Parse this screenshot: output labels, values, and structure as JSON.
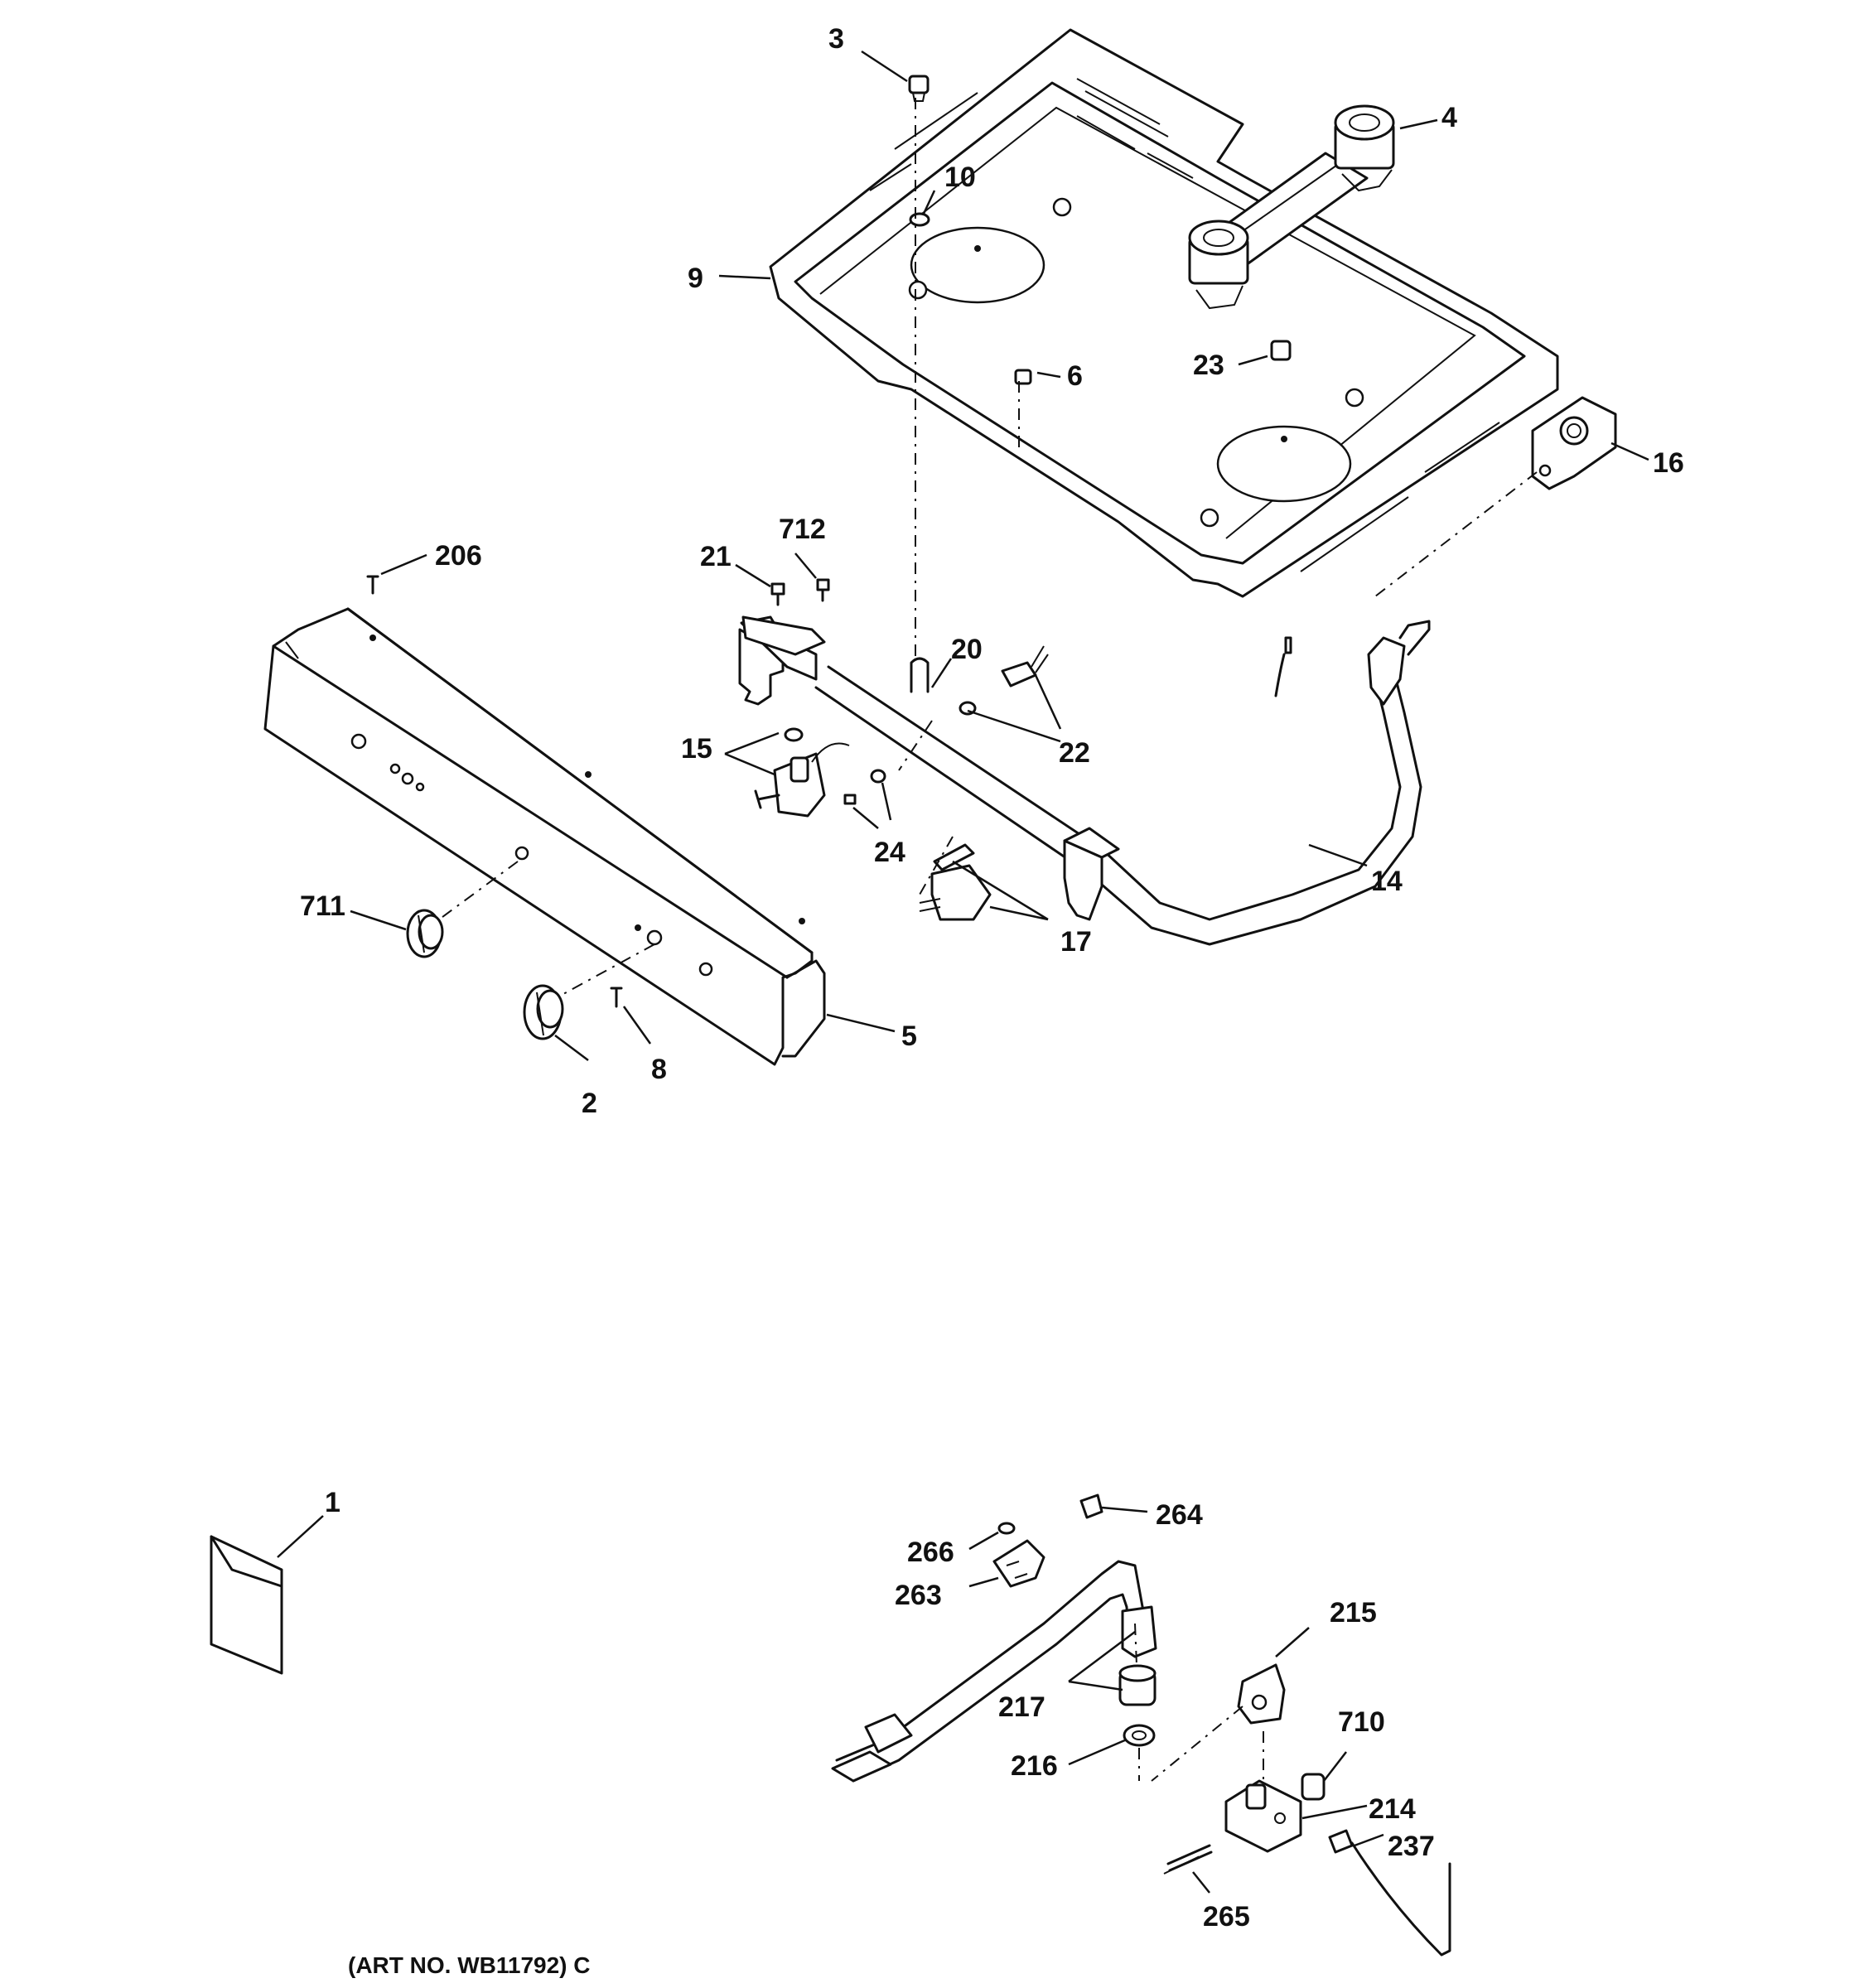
{
  "art_number": "(ART NO. WB11792) C",
  "callouts": {
    "c1": "1",
    "c2": "2",
    "c3": "3",
    "c4": "4",
    "c5": "5",
    "c6": "6",
    "c8": "8",
    "c9": "9",
    "c10": "10",
    "c14": "14",
    "c15": "15",
    "c16": "16",
    "c17": "17",
    "c20": "20",
    "c21": "21",
    "c22": "22",
    "c23": "23",
    "c24": "24",
    "c206": "206",
    "c214": "214",
    "c215": "215",
    "c216": "216",
    "c217": "217",
    "c237": "237",
    "c263": "263",
    "c264": "264",
    "c265": "265",
    "c266": "266",
    "c710": "710",
    "c711": "711",
    "c712": "712"
  },
  "colors": {
    "line": "#111111",
    "background": "#ffffff"
  }
}
